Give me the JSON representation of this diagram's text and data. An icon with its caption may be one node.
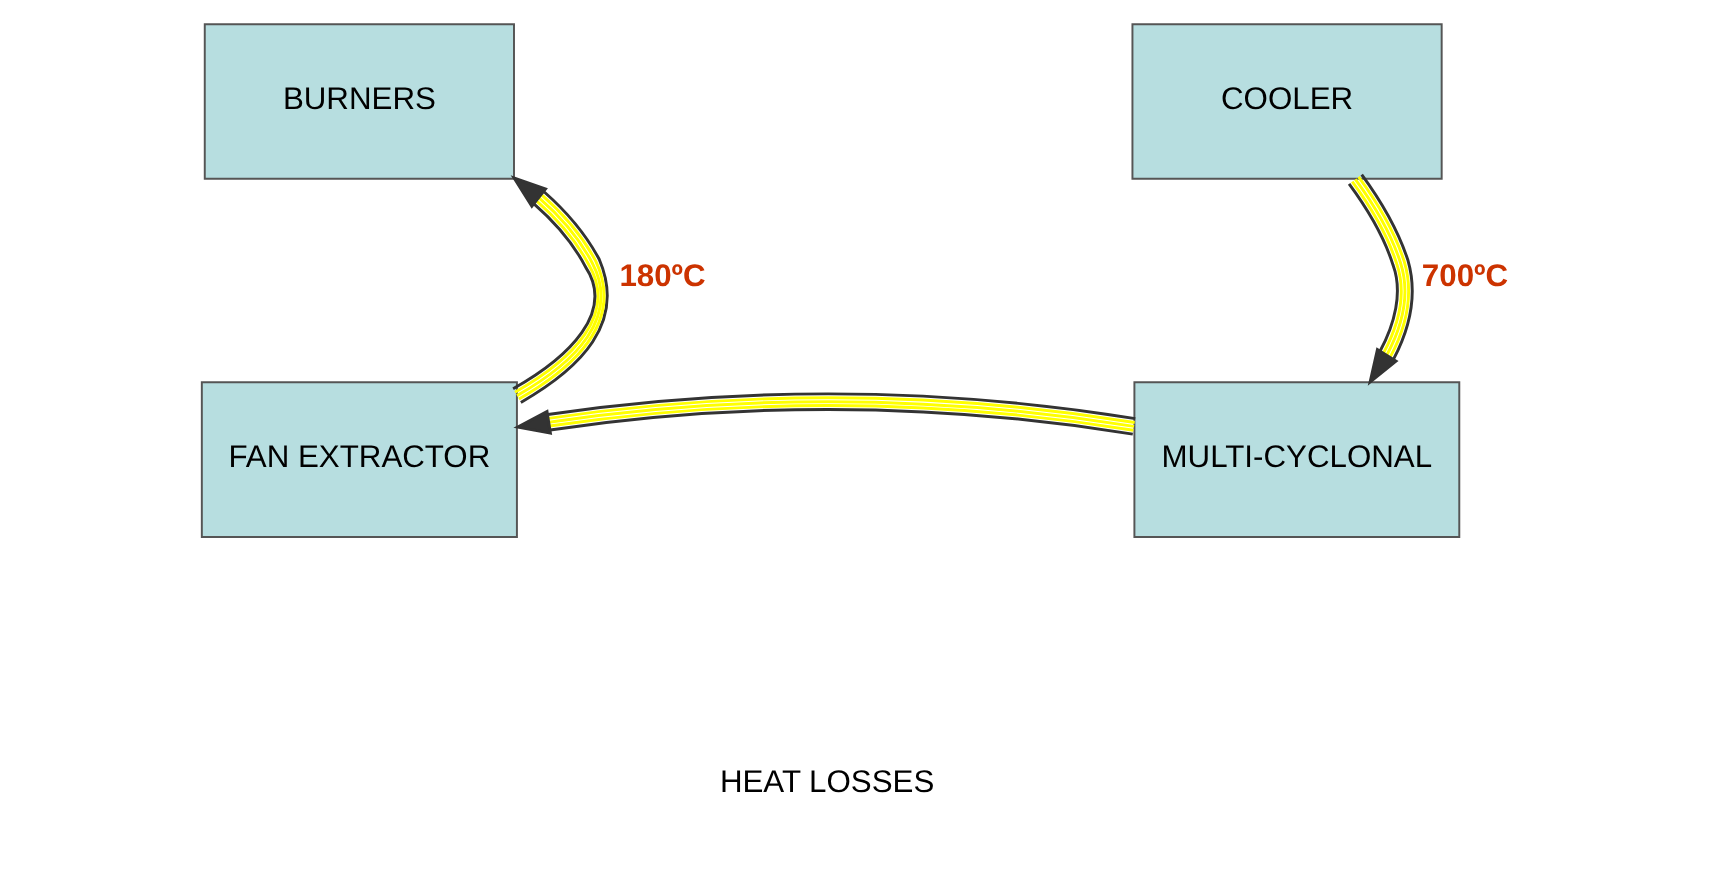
{
  "diagram": {
    "nodes": [
      {
        "text": [
          "BURNERS"
        ]
      },
      {
        "text": [
          "COOLER"
        ]
      },
      {
        "text": [
          "FAN EXTRACTOR"
        ]
      },
      {
        "text": [
          "MULTI-CYCLONAL"
        ]
      }
    ],
    "edges": [
      {
        "from": 1,
        "to": 3,
        "arrow": "to",
        "label": "700ºC"
      },
      {
        "from": 3,
        "to": 2,
        "arrow": "to"
      },
      {
        "from": 2,
        "to": 0,
        "arrow": "to",
        "label": "180ºC"
      }
    ],
    "labels": [
      "HEAT LOSSES"
    ]
  }
}
